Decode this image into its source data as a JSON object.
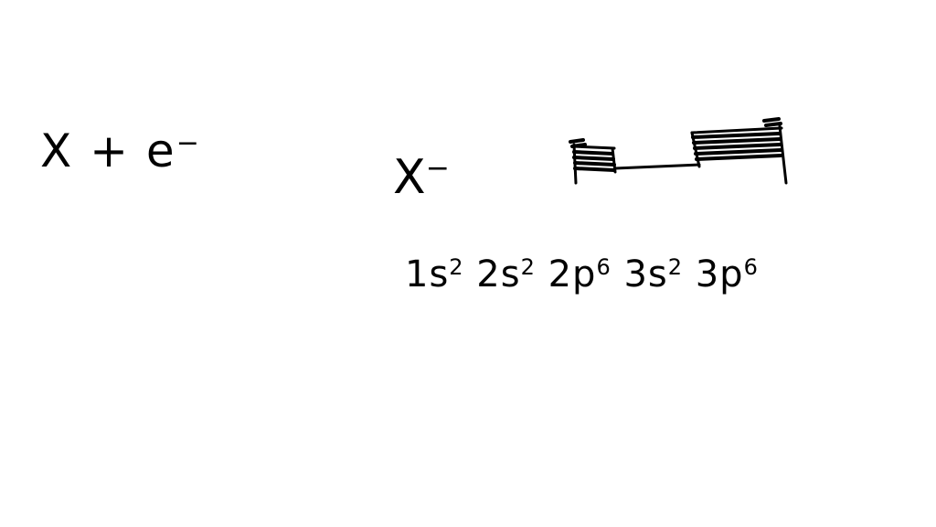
{
  "reaction": {
    "base": "X + e",
    "superscript": "−"
  },
  "ion": {
    "base": "X",
    "superscript": "−"
  },
  "config": {
    "terms": [
      {
        "orbital": "1s",
        "count": "2"
      },
      {
        "orbital": "2s",
        "count": "2"
      },
      {
        "orbital": "2p",
        "count": "6"
      },
      {
        "orbital": "3s",
        "count": "2"
      },
      {
        "orbital": "3p",
        "count": "6"
      }
    ]
  },
  "colors": {
    "ink": "#000000",
    "background": "#ffffff"
  }
}
